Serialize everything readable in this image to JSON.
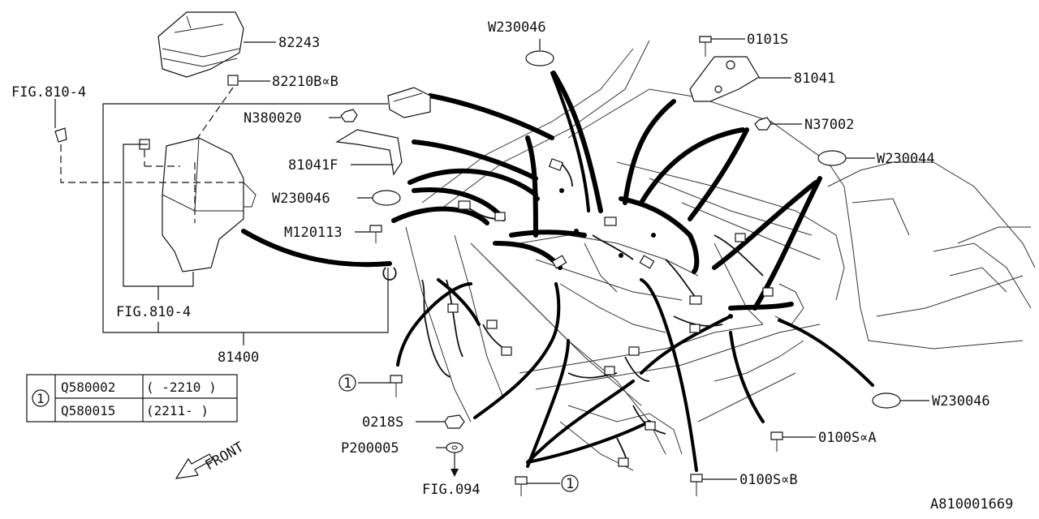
{
  "callouts": {
    "c82243": "82243",
    "c82210": "82210B∝B",
    "fig810_top": "FIG.810-4",
    "fig810_bottom": "FIG.810-4",
    "cN380020": "N380020",
    "c81041F": "81041F",
    "cW230046_left": "W230046",
    "cM120113": "M120113",
    "c81400": "81400",
    "cW230046_top": "W230046",
    "c0101S": "0101S",
    "c81041": "81041",
    "cN37002": "N37002",
    "cW230044": "W230044",
    "cW230046_right": "W230046",
    "c0218S": "0218S",
    "cP200005": "P200005",
    "fig094": "FIG.094",
    "c0100SA": "0100S∝A",
    "c0100SB": "0100S∝B",
    "ref1_left": "1",
    "ref1_bottom": "1"
  },
  "table": {
    "ref": "1",
    "rows": [
      {
        "part": "Q580002",
        "range": "( -2210 )"
      },
      {
        "part": "Q580015",
        "range": "(2211-  )"
      }
    ]
  },
  "front_label": "FRONT",
  "diagram_id": "A810001669"
}
